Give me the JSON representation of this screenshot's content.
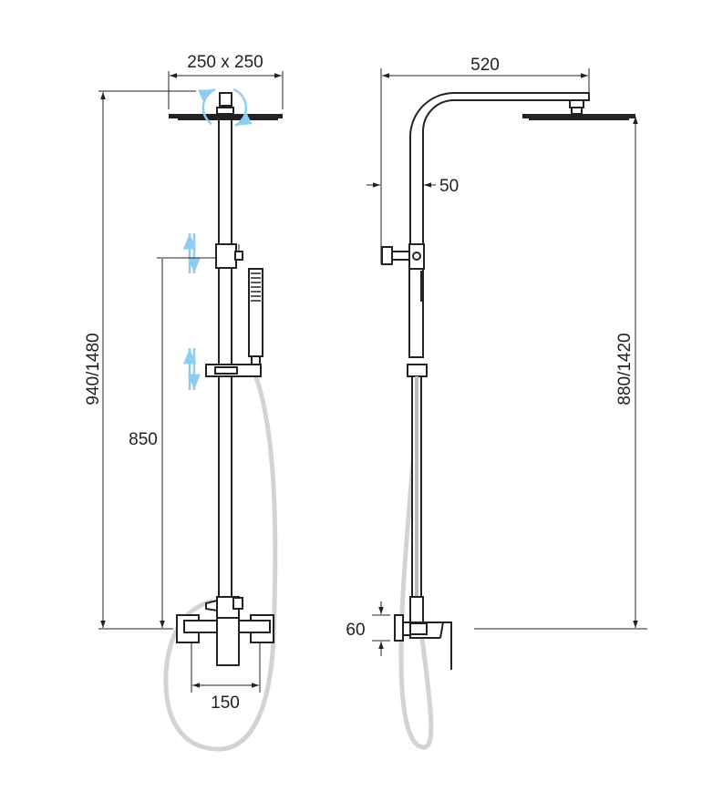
{
  "title": "Shower column dimension drawing",
  "colors": {
    "line": "#222222",
    "hose": "#d3d3d3",
    "adjust_arrows": "#8fcdf0"
  },
  "front_view": {
    "head_size": "250 x 250",
    "height_total": "940/1480",
    "slider_height": "850",
    "mixer_spacing": "150"
  },
  "side_view": {
    "arm_length": "520",
    "wall_offset": "50",
    "head_height": "880/1420",
    "mixer_depth": "60"
  }
}
